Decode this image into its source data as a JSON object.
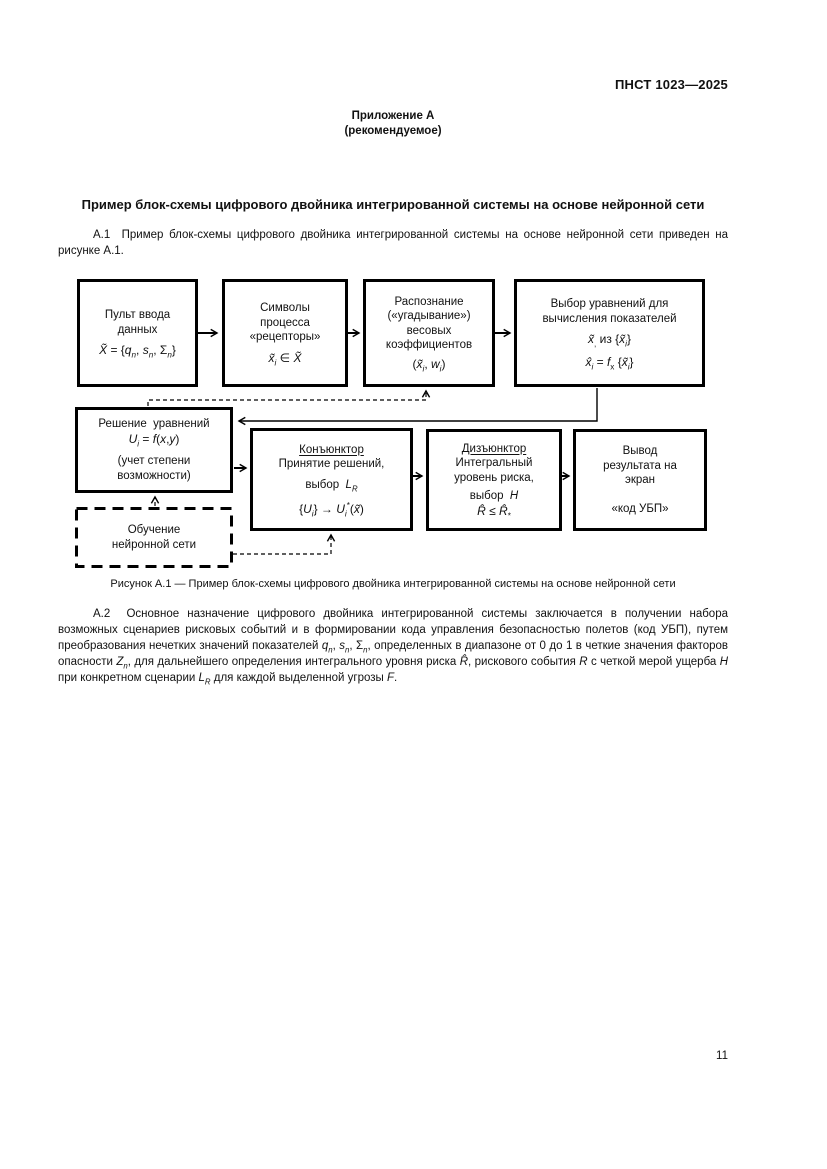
{
  "page": {
    "doc_code": "ПНСТ 1023—2025",
    "appendix_title": "Приложение А",
    "appendix_subtitle": "(рекомендуемое)",
    "section_heading": "Пример блок-схемы цифрового двойника интегрированной системы на основе нейронной сети",
    "para_a1_html": "А.1&nbsp;&nbsp;Пример блок-схемы цифрового двойника интегрированной системы на основе нейронной сети приведен на рисунке А.1.",
    "figure_caption": "Рисунок А.1 — Пример блок-схемы цифрового двойника интегрированной системы на основе нейронной сети",
    "para_a2_html": "А.2&nbsp;&nbsp;Основное назначение цифрового двойника интегрированной системы заключается в получении набора возможных сценариев рисковых событий и в формировании кода управления безопасностью полетов (код УБП), путем преобразования нечетких значений показателей <i>q</i><sub><i>n</i></sub>, <i>s</i><sub><i>n</i></sub>, Σ<sub><i>n</i></sub>, определенных в диапазоне от 0 до 1 в четкие значения факторов опасности <i>Z</i><sub><i>n</i></sub>, для дальнейшего определения интегрального уровня риска <i>R̂</i>, рискового события <i>R</i> с четкой мерой ущерба <i>Н</i> при конкретном сценарии <i>L</i><sub><i>R</i></sub> для каждой выделенной угрозы <i>F</i>.",
    "page_number": "11"
  },
  "diagram": {
    "boxes": [
      {
        "name": "input-panel",
        "lines": [
          "Пульт ввода",
          "данных",
          "<i>X̃</i> = {<i>q</i><sub><i>n</i></sub>, <i>s</i><sub><i>n</i></sub>, Σ<sub><i>n</i></sub>}"
        ]
      },
      {
        "name": "process-symbols-receptors",
        "lines": [
          "Символы",
          "процесса",
          "«рецепторы»",
          "<i>x̃</i><sub><i>i</i></sub> ∈ <i>X̃</i>"
        ]
      },
      {
        "name": "weight-recognition",
        "lines": [
          "Распознание",
          "(«угадывание»)",
          "весовых",
          "коэффициентов",
          "(<i>x̃</i><sub><i>i</i></sub>, <i>w</i><sub><i>i</i></sub>)"
        ]
      },
      {
        "name": "equation-selection",
        "lines": [
          "Выбор уравнений для",
          "вычисления показателей",
          "<i>x̃</i><sub>,</sub> из {<i>x̃</i><sub><i>i</i></sub>}",
          "<i>x̂</i><sub><i>i</i></sub> = <i>f</i><sub>х</sub> {<i>x̃</i><sub><i>i</i></sub>}"
        ]
      },
      {
        "name": "equation-solving",
        "lines": [
          "Решение&nbsp; уравнений",
          "<i>U</i><sub><i>i</i></sub> = <i>f</i>(<i>x</i>,<i>y</i>)",
          "(учет степени",
          "возможности)"
        ]
      },
      {
        "name": "conjunctor",
        "lines": [
          "Конъюнктор",
          "Принятие решений,",
          "выбор&nbsp; <i>L</i><sub><i>R</i></sub>",
          "{<i>U</i><sub><i>i</i></sub>} → <i>U</i><sub><i>i</i></sub><sup>*</sup>(<i>x̃</i>)"
        ]
      },
      {
        "name": "disjunctor",
        "lines": [
          "Дизъюнктор",
          "Интегральный",
          "уровень риска,",
          "выбор&nbsp; <i>H</i>",
          "<i>R̂</i> ≤ <i>R̂</i><sub>*</sub>"
        ]
      },
      {
        "name": "screen-output",
        "lines": [
          "Вывод",
          "результата на",
          "экран",
          "«код УБП»"
        ]
      },
      {
        "name": "neural-network-training",
        "lines": [
          "Обучение",
          "нейронной сети"
        ]
      }
    ]
  },
  "colors": {
    "paper": "#ffffff",
    "ink": "#111111",
    "line": "#000000"
  }
}
